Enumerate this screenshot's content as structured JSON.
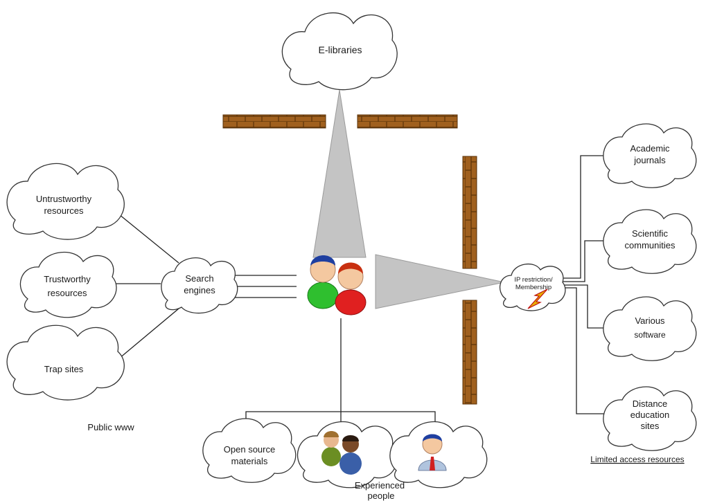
{
  "clouds": {
    "elibraries": "E-libraries",
    "untrustworthy": [
      "Untrustworthy",
      "resources"
    ],
    "trustworthy": [
      "Trustworthy",
      "resources"
    ],
    "trap": "Trap sites",
    "search": [
      "Search",
      "engines"
    ],
    "ip": [
      "IP restriction/",
      "Membership"
    ],
    "academic": [
      "Academic",
      "journals"
    ],
    "scientific": [
      "Scientific",
      "communities"
    ],
    "software": [
      "Various",
      "software"
    ],
    "distance": [
      "Distance",
      "education",
      "sites"
    ],
    "opensource": [
      "Open source",
      "materials"
    ]
  },
  "captions": {
    "public": "Public www",
    "limited": "Limited access resources",
    "experienced": [
      "Experienced",
      "people"
    ]
  },
  "colors": {
    "brick": "#a0601e",
    "mortar": "#5a3208",
    "beam": "#c4c4c4",
    "user_green": "#2fbf2f",
    "user_red": "#e02020",
    "user_hair_blue": "#1f3fa0",
    "user_hair_red": "#c83010",
    "lightning": "#e8b000"
  }
}
